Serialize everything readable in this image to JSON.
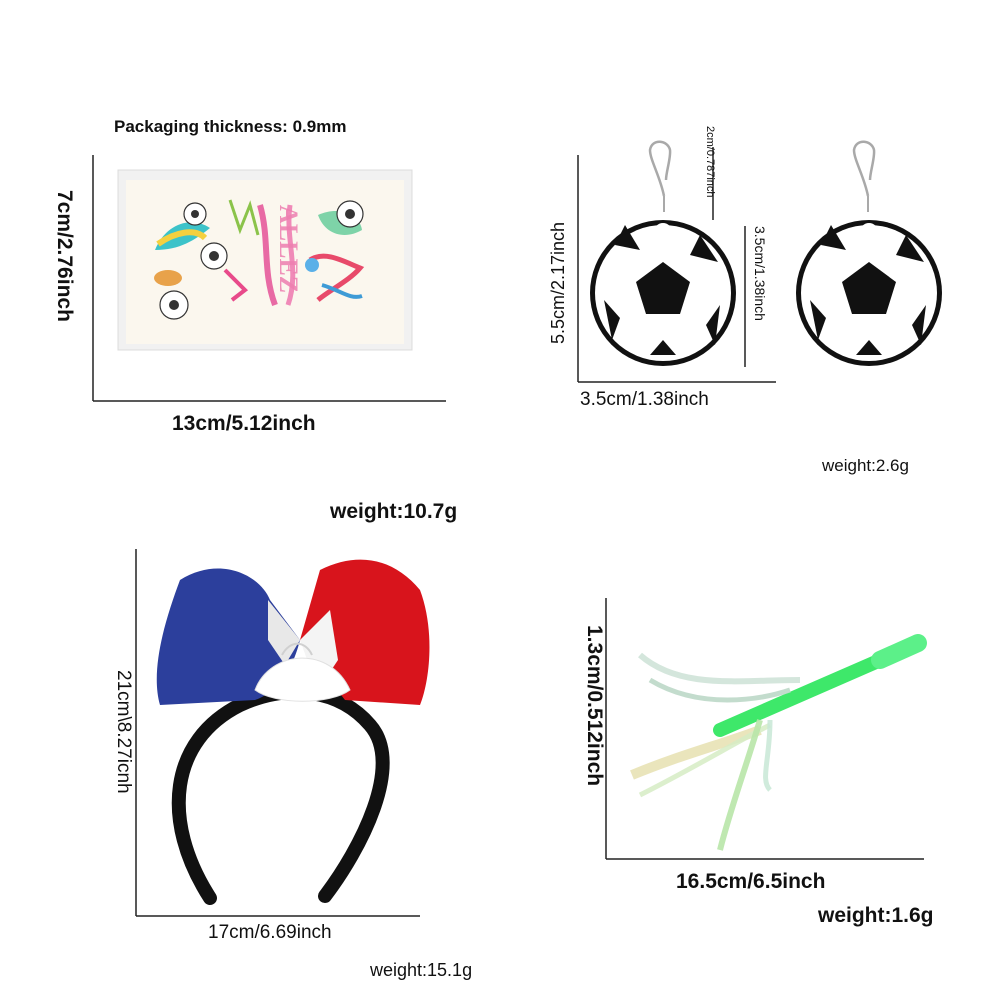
{
  "labels": {
    "packaging_thickness": "Packaging thickness: 0.9mm",
    "tattoo_height": "7cm/2.76inch",
    "tattoo_width": "13cm/5.12inch",
    "earring_height": "5.5cm/2.17inch",
    "hook_length": "2cm/0.787inch",
    "disc_height": "3.5cm/1.38inch",
    "disc_width": "3.5cm/1.38inch",
    "earring_weight": "weight:2.6g",
    "tattoo_weight": "weight:10.7g",
    "headband_height": "21cm\\8.27icnh",
    "headband_width": "17cm/6.69inch",
    "headband_weight": "weight:15.1g",
    "wand_height": "1.3cm/0.512inch",
    "wand_width": "16.5cm/6.5inch",
    "wand_weight": "weight:1.6g"
  },
  "tattoo_art": {
    "word": "ALLEZ"
  },
  "colors": {
    "blue": "#2c3f9c",
    "red": "#d8141c",
    "green": "#3ee86a",
    "black": "#111111"
  }
}
